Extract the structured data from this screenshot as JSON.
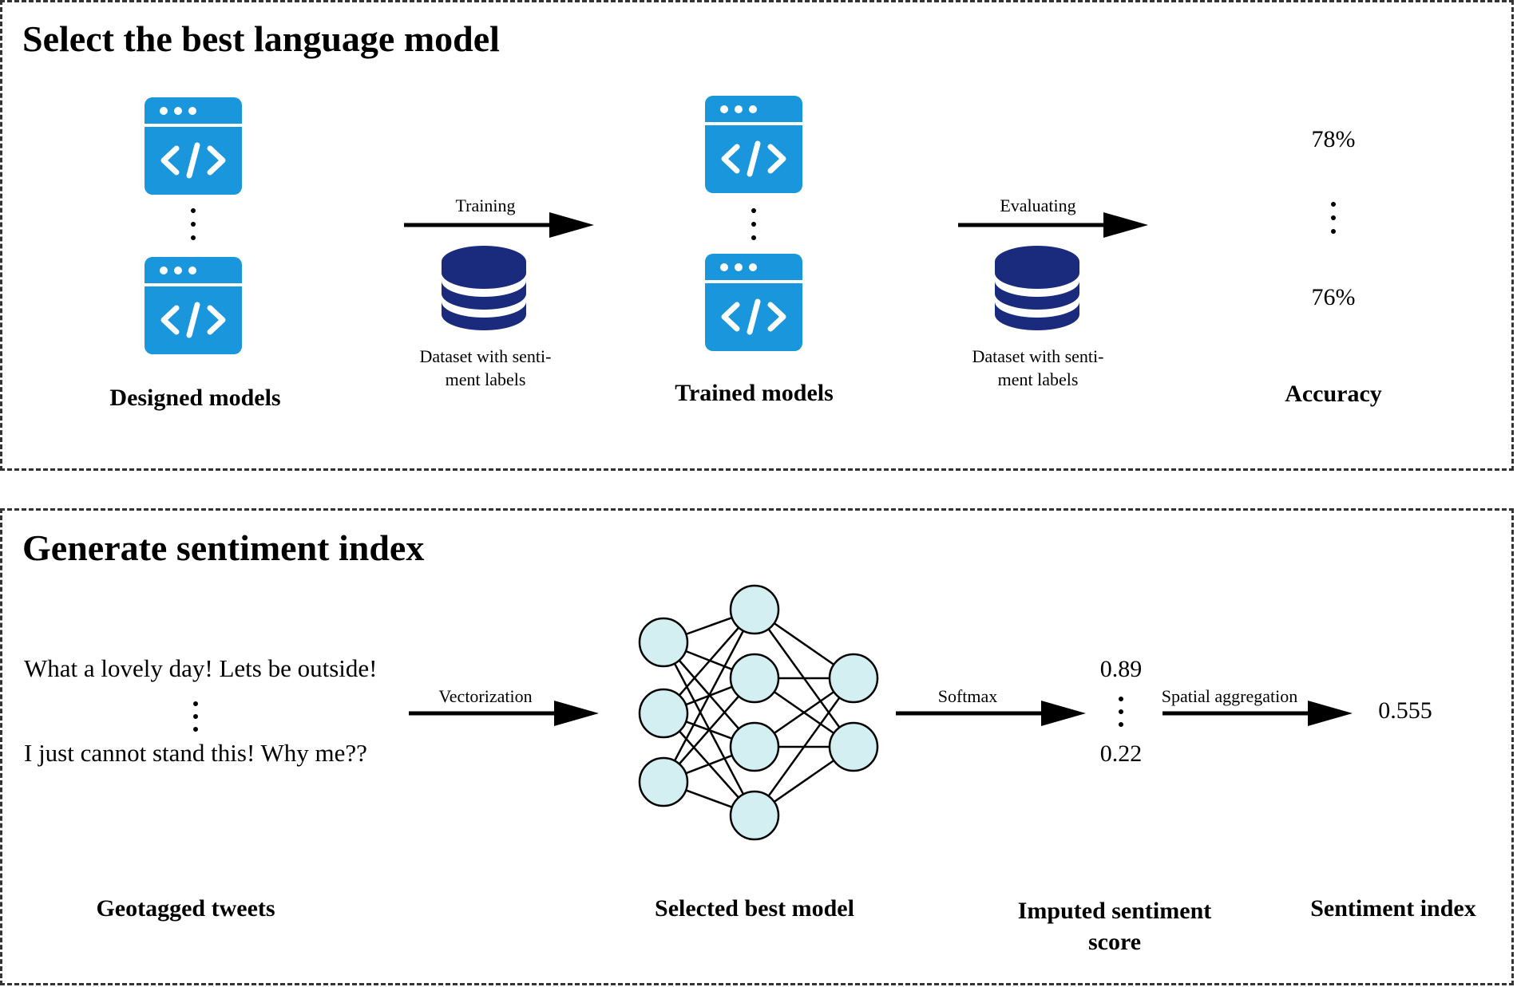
{
  "panel_top": {
    "title": "Select the best language model",
    "designed_caption": "Designed models",
    "training_label": "Training",
    "dataset_label_1": "Dataset with senti-\nment labels",
    "trained_caption": "Trained models",
    "evaluating_label": "Evaluating",
    "dataset_label_2": "Dataset with senti-\nment labels",
    "accuracy_top": "78%",
    "accuracy_bottom": "76%",
    "accuracy_caption": "Accuracy"
  },
  "panel_bottom": {
    "title": "Generate sentiment index",
    "tweet_1": "What a lovely day! Lets be outside!",
    "tweet_2": "I just cannot stand this! Why me??",
    "tweets_caption": "Geotagged tweets",
    "vectorization_label": "Vectorization",
    "model_caption": "Selected best model",
    "softmax_label": "Softmax",
    "score_top": "0.89",
    "score_bottom": "0.22",
    "score_caption": "Imputed sentiment\nscore",
    "aggregation_label": "Spatial aggregation",
    "index_value": "0.555",
    "index_caption": "Sentiment index"
  },
  "colors": {
    "code_window": "#1996dc",
    "database": "#1a2a7c",
    "neuron_fill": "#d4eff1"
  },
  "icons": [
    "code-window-icon",
    "database-icon",
    "neural-network-icon"
  ]
}
